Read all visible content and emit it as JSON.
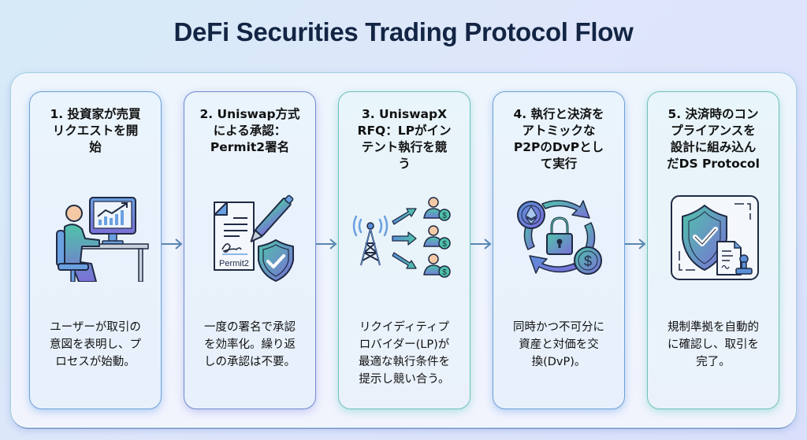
{
  "title": "DeFi Securities Trading Protocol Flow",
  "steps": [
    {
      "title": "1. 投資家が売買\nリクエストを開\n始",
      "icon": "investor-at-computer-icon",
      "description": "ユーザーが取引の\n意図を表明し、プ\nロセスが始動。",
      "accent": "#6ea0d6"
    },
    {
      "title": "2. Uniswap方式\nによる承認：\nPermit2署名",
      "icon": "signed-document-shield-icon",
      "icon_label": "Permit2",
      "description": "一度の署名で承認\nを効率化。繰り返\nしの承認は不要。",
      "accent": "#6e8ad0"
    },
    {
      "title": "3. UniswapX\nRFQ：LPがイン\nテント執行を競\nう",
      "icon": "broadcast-to-liquidity-providers-icon",
      "description": "リクイディティプ\nロバイダー(LP)が\n最適な執行条件を\n提示し競い合う。",
      "accent": "#6fc0b8"
    },
    {
      "title": "4. 執行と決済を\nアトミックな\nP2PのDvPとし\nて実行",
      "icon": "atomic-swap-lock-icon",
      "description": "同時かつ不可分に\n資産と対価を交\n換(DvP)。",
      "accent": "#6f9fd6"
    },
    {
      "title": "5. 決済時のコン\nプライアンスを\n設計に組み込ん\nだDS Protocol",
      "icon": "compliance-shield-stamp-icon",
      "description": "規制準拠を自動的\nに確認し、取引を\n完了。",
      "accent": "#6fc0b8"
    }
  ],
  "colors": {
    "title": "#132544",
    "teal": "#4fc3a8",
    "blue": "#5b8fd8",
    "purple": "#7b6fd8",
    "outline": "#1f2a44",
    "arrow": "#5a86b0"
  }
}
